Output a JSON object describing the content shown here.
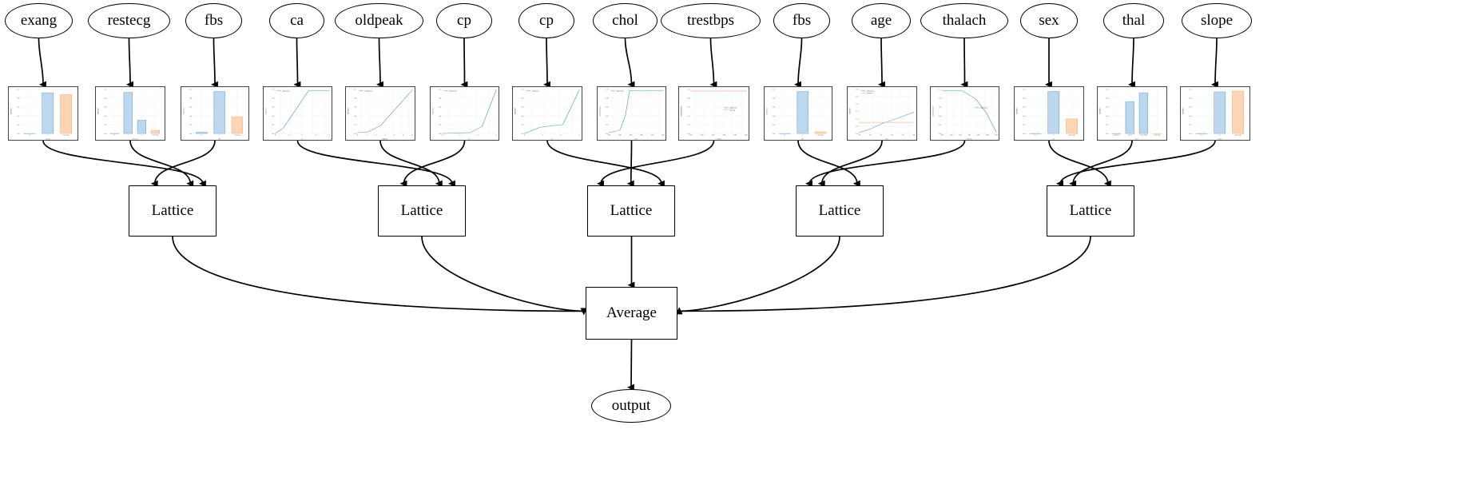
{
  "graph": {
    "type": "calibrated-lattice-ensemble-model-graph",
    "orientation": "top-to-bottom",
    "node_shapes": {
      "input": "ellipse",
      "calibrator": "plot-box",
      "lattice": "rectangle",
      "aggregate": "rectangle",
      "output": "ellipse"
    },
    "colors": {
      "edge": "#000000",
      "node_border": "#000000",
      "node_fill": "#ffffff",
      "plot_border": "#444444",
      "series_calibrated": "#6FA8D0",
      "series_missing": "#F5B183",
      "bar_calibrated_fill": "#BDD7EE",
      "bar_calibrated_edge": "#6FA8D0",
      "bar_missing_fill": "#FBD5B5",
      "bar_missing_edge": "#F5B183",
      "grid": "#eaeaea"
    }
  },
  "inputs": [
    {
      "id": "in0",
      "label": "exang"
    },
    {
      "id": "in1",
      "label": "restecg"
    },
    {
      "id": "in2",
      "label": "fbs"
    },
    {
      "id": "in3",
      "label": "ca"
    },
    {
      "id": "in4",
      "label": "oldpeak"
    },
    {
      "id": "in5",
      "label": "cp"
    },
    {
      "id": "in6",
      "label": "cp"
    },
    {
      "id": "in7",
      "label": "chol"
    },
    {
      "id": "in8",
      "label": "trestbps"
    },
    {
      "id": "in9",
      "label": "fbs"
    },
    {
      "id": "in10",
      "label": "age"
    },
    {
      "id": "in11",
      "label": "thalach"
    },
    {
      "id": "in12",
      "label": "sex"
    },
    {
      "id": "in13",
      "label": "thal"
    },
    {
      "id": "in14",
      "label": "slope"
    }
  ],
  "lattices": [
    {
      "id": "lat0",
      "label": "Lattice"
    },
    {
      "id": "lat1",
      "label": "Lattice"
    },
    {
      "id": "lat2",
      "label": "Lattice"
    },
    {
      "id": "lat3",
      "label": "Lattice"
    },
    {
      "id": "lat4",
      "label": "Lattice"
    }
  ],
  "aggregate": {
    "id": "avg",
    "label": "Average"
  },
  "output": {
    "id": "out",
    "label": "output"
  },
  "legend_labels": {
    "calibrated": "calibrated",
    "missing": "missing"
  },
  "axis_labels": {
    "y": "calibrated",
    "y_alt": "calibrated output"
  },
  "chart_data": [
    {
      "id": "cal0",
      "feature": "exang",
      "type": "bar",
      "title": "",
      "xlabel": "exang",
      "ylabel": "calibrated",
      "categories": [
        "0",
        "1",
        "missing"
      ],
      "values": [
        0.0,
        0.92,
        0.88
      ],
      "series_colors": [
        "calibrated",
        "calibrated",
        "missing"
      ],
      "ylim": [
        0.0,
        1.0
      ],
      "yticks": [
        "0.0",
        "0.2",
        "0.4",
        "0.6",
        "0.8",
        "1.0"
      ],
      "grid": true,
      "legend": "none"
    },
    {
      "id": "cal1",
      "feature": "restecg",
      "type": "bar",
      "title": "",
      "xlabel": "restecg",
      "ylabel": "calibrated",
      "categories": [
        "0",
        "1",
        "2",
        "missing"
      ],
      "values": [
        0.0,
        0.93,
        0.3,
        0.07
      ],
      "series_colors": [
        "calibrated",
        "calibrated",
        "calibrated",
        "missing"
      ],
      "ylim": [
        0.0,
        1.0
      ],
      "yticks": [
        "0.0",
        "0.2",
        "0.4",
        "0.6",
        "0.8",
        "1.0"
      ],
      "grid": true,
      "legend": "none"
    },
    {
      "id": "cal2",
      "feature": "fbs",
      "type": "bar",
      "title": "",
      "xlabel": "fbs",
      "ylabel": "calibrated",
      "categories": [
        "0",
        "1",
        "missing"
      ],
      "values": [
        0.03,
        0.95,
        0.38
      ],
      "series_colors": [
        "calibrated",
        "calibrated",
        "missing"
      ],
      "ylim": [
        0.0,
        1.0
      ],
      "yticks": [
        "0.0",
        "0.2",
        "0.4",
        "0.6",
        "0.8",
        "1.0"
      ],
      "grid": true,
      "legend": "none"
    },
    {
      "id": "cal3",
      "feature": "ca",
      "type": "line",
      "title": "",
      "xlabel": "ca",
      "ylabel": "calibrated",
      "x": [
        0.0,
        0.15,
        0.62,
        1.0
      ],
      "values": [
        0.0,
        0.12,
        0.97,
        0.97
      ],
      "ylim": [
        0.0,
        1.0
      ],
      "yticks": [
        "0.0",
        "0.2",
        "0.4",
        "0.6",
        "0.8",
        "1.0"
      ],
      "xticks": [
        "0",
        "1",
        "2",
        "3",
        "4"
      ],
      "grid": true,
      "legend": "calibrated",
      "legend_position": "upper-left"
    },
    {
      "id": "cal4",
      "feature": "oldpeak",
      "type": "line",
      "title": "",
      "xlabel": "oldpeak",
      "ylabel": "calibrated",
      "x": [
        0.0,
        0.18,
        0.42,
        1.0
      ],
      "values": [
        0.02,
        0.03,
        0.18,
        0.98
      ],
      "ylim": [
        0.0,
        1.0
      ],
      "yticks": [
        "0.0",
        "0.2",
        "0.4",
        "0.6",
        "0.8",
        "1.0"
      ],
      "xticks": [
        "0",
        "1",
        "2",
        "3",
        "4",
        "5",
        "6"
      ],
      "grid": true,
      "legend": "calibrated",
      "legend_position": "upper-left"
    },
    {
      "id": "cal5",
      "feature": "cp",
      "type": "line",
      "title": "",
      "xlabel": "cp",
      "ylabel": "calibrated",
      "x": [
        0.0,
        0.52,
        0.74,
        1.0
      ],
      "values": [
        0.0,
        0.02,
        0.16,
        0.98
      ],
      "ylim": [
        0.0,
        1.0
      ],
      "yticks": [
        "0.0",
        "0.2",
        "0.4",
        "0.6",
        "0.8",
        "1.0"
      ],
      "xticks": [
        "0",
        "1",
        "2",
        "3"
      ],
      "grid": true,
      "legend": "calibrated",
      "legend_position": "upper-left"
    },
    {
      "id": "cal6",
      "feature": "cp",
      "type": "line",
      "title": "",
      "xlabel": "cp",
      "ylabel": "calibrated",
      "x": [
        0.0,
        0.28,
        0.46,
        0.7,
        1.0
      ],
      "values": [
        0.0,
        0.14,
        0.17,
        0.2,
        0.98
      ],
      "ylim": [
        0.0,
        1.0
      ],
      "yticks": [
        "0.0",
        "0.2",
        "0.4",
        "0.6",
        "0.8",
        "1.0"
      ],
      "xticks": [
        "0",
        "1",
        "2",
        "3"
      ],
      "grid": true,
      "legend": "calibrated",
      "legend_position": "upper-left"
    },
    {
      "id": "cal7",
      "feature": "chol",
      "type": "line",
      "title": "",
      "xlabel": "chol",
      "ylabel": "calibrated output",
      "x": [
        0.0,
        0.14,
        0.2,
        0.3,
        0.38,
        1.0
      ],
      "values": [
        0.02,
        0.06,
        0.08,
        0.4,
        0.97,
        0.97
      ],
      "ylim": [
        0.0,
        1.0
      ],
      "yticks": [
        "0.0",
        "0.2",
        "0.4",
        "0.6",
        "0.8",
        "1.0"
      ],
      "xticks": [
        "100",
        "200",
        "300",
        "400",
        "500",
        "600"
      ],
      "grid": true,
      "legend": "calibrated",
      "legend_position": "upper-left"
    },
    {
      "id": "cal8",
      "feature": "trestbps",
      "type": "line",
      "title": "",
      "xlabel": "trestbps",
      "ylabel": "calibrated output",
      "x": [
        0.0,
        1.0
      ],
      "values": [
        0.96,
        0.96
      ],
      "series": [
        {
          "name": "calibrated",
          "x": [
            0.0,
            1.0
          ],
          "values": [
            0.96,
            0.96
          ]
        },
        {
          "name": "missing",
          "x": [
            0.0,
            1.0
          ],
          "values": [
            0.96,
            0.96
          ]
        }
      ],
      "ylim": [
        0.0,
        1.0
      ],
      "yticks": [
        "0.0",
        "0.2",
        "0.4",
        "0.6",
        "0.8",
        "1.0"
      ],
      "xticks": [
        "100",
        "120",
        "140",
        "160",
        "180",
        "200"
      ],
      "grid": true,
      "legend": "calibrated,missing",
      "legend_position": "center-right"
    },
    {
      "id": "cal9",
      "feature": "fbs",
      "type": "bar",
      "title": "",
      "xlabel": "fbs",
      "ylabel": "calibrated",
      "categories": [
        "0",
        "1",
        "missing"
      ],
      "values": [
        0.0,
        0.95,
        0.04
      ],
      "series_colors": [
        "calibrated",
        "calibrated",
        "missing"
      ],
      "ylim": [
        0.0,
        1.0
      ],
      "yticks": [
        "0.0",
        "0.2",
        "0.4",
        "0.6",
        "0.8",
        "1.0"
      ],
      "grid": true,
      "legend": "none"
    },
    {
      "id": "cal10",
      "feature": "age",
      "type": "line",
      "title": "",
      "xlabel": "age",
      "ylabel": "calibrated",
      "series": [
        {
          "name": "calibrated",
          "x": [
            0.0,
            0.18,
            0.4,
            0.62,
            1.0
          ],
          "values": [
            0.04,
            0.18,
            0.43,
            0.62,
            0.96
          ]
        },
        {
          "name": "missing",
          "x": [
            0.0,
            1.0
          ],
          "values": [
            0.5,
            0.5
          ]
        }
      ],
      "ylim": [
        0.0,
        2.0
      ],
      "yticks": [
        "0.0",
        "0.5",
        "1.0",
        "1.5",
        "2.0",
        "2.5",
        "3.0"
      ],
      "xticks": [
        "30",
        "40",
        "50",
        "60",
        "70",
        "80"
      ],
      "grid": true,
      "legend": "calibrated,missing",
      "legend_position": "upper-left"
    },
    {
      "id": "cal11",
      "feature": "thalach",
      "type": "line",
      "title": "",
      "xlabel": "thalach",
      "ylabel": "calibrated output",
      "x": [
        0.0,
        0.38,
        0.62,
        0.82,
        1.0
      ],
      "values": [
        0.97,
        0.96,
        0.78,
        0.46,
        0.03
      ],
      "ylim": [
        0.0,
        1.0
      ],
      "yticks": [
        "0.0",
        "0.2",
        "0.4",
        "0.6",
        "0.8",
        "1.0"
      ],
      "xticks": [
        "80",
        "100",
        "120",
        "140",
        "160",
        "180",
        "200"
      ],
      "grid": true,
      "legend": "calibrated",
      "legend_position": "center-right"
    },
    {
      "id": "cal12",
      "feature": "sex",
      "type": "bar",
      "title": "",
      "xlabel": "sex",
      "ylabel": "calibrated",
      "categories": [
        "0",
        "1",
        "missing"
      ],
      "values": [
        0.0,
        0.95,
        0.33
      ],
      "series_colors": [
        "calibrated",
        "calibrated",
        "missing"
      ],
      "ylim": [
        0.0,
        1.0
      ],
      "yticks": [
        "0.0",
        "0.2",
        "0.4",
        "0.6",
        "0.8",
        "1.0"
      ],
      "grid": true,
      "legend": "none"
    },
    {
      "id": "cal13",
      "feature": "thal",
      "type": "bar",
      "title": "",
      "xlabel": "thal",
      "ylabel": "calibrated",
      "categories": [
        "normal",
        "fixed",
        "reversible",
        "missing"
      ],
      "values": [
        0.0,
        0.72,
        0.92,
        0.0
      ],
      "series_colors": [
        "calibrated",
        "calibrated",
        "calibrated",
        "missing"
      ],
      "ylim": [
        0.0,
        1.0
      ],
      "yticks": [
        "0.0",
        "0.2",
        "0.4",
        "0.6",
        "0.8",
        "1.0"
      ],
      "grid": true,
      "legend": "none"
    },
    {
      "id": "cal14",
      "feature": "slope",
      "type": "bar",
      "title": "",
      "xlabel": "slope",
      "ylabel": "calibrated",
      "categories": [
        "0",
        "1",
        "missing"
      ],
      "values": [
        0.0,
        0.94,
        0.96
      ],
      "series_colors": [
        "calibrated",
        "calibrated",
        "missing"
      ],
      "ylim": [
        0.0,
        1.0
      ],
      "yticks": [
        "0.0",
        "0.2",
        "0.4",
        "0.6",
        "0.8",
        "1.0"
      ],
      "grid": true,
      "legend": "none"
    }
  ],
  "edges": [
    {
      "from": "in0",
      "to": "cal0"
    },
    {
      "from": "in1",
      "to": "cal1"
    },
    {
      "from": "in2",
      "to": "cal2"
    },
    {
      "from": "in3",
      "to": "cal3"
    },
    {
      "from": "in4",
      "to": "cal4"
    },
    {
      "from": "in5",
      "to": "cal5"
    },
    {
      "from": "in6",
      "to": "cal6"
    },
    {
      "from": "in7",
      "to": "cal7"
    },
    {
      "from": "in8",
      "to": "cal8"
    },
    {
      "from": "in9",
      "to": "cal9"
    },
    {
      "from": "in10",
      "to": "cal10"
    },
    {
      "from": "in11",
      "to": "cal11"
    },
    {
      "from": "in12",
      "to": "cal12"
    },
    {
      "from": "in13",
      "to": "cal13"
    },
    {
      "from": "in14",
      "to": "cal14"
    },
    {
      "from": "cal0",
      "to": "lat0"
    },
    {
      "from": "cal1",
      "to": "lat0"
    },
    {
      "from": "cal2",
      "to": "lat0"
    },
    {
      "from": "cal3",
      "to": "lat1"
    },
    {
      "from": "cal4",
      "to": "lat1"
    },
    {
      "from": "cal5",
      "to": "lat1"
    },
    {
      "from": "cal6",
      "to": "lat2"
    },
    {
      "from": "cal7",
      "to": "lat2"
    },
    {
      "from": "cal8",
      "to": "lat2"
    },
    {
      "from": "cal9",
      "to": "lat3"
    },
    {
      "from": "cal10",
      "to": "lat3"
    },
    {
      "from": "cal11",
      "to": "lat3"
    },
    {
      "from": "cal12",
      "to": "lat4"
    },
    {
      "from": "cal13",
      "to": "lat4"
    },
    {
      "from": "cal14",
      "to": "lat4"
    },
    {
      "from": "lat0",
      "to": "avg"
    },
    {
      "from": "lat1",
      "to": "avg"
    },
    {
      "from": "lat2",
      "to": "avg"
    },
    {
      "from": "lat3",
      "to": "avg"
    },
    {
      "from": "lat4",
      "to": "avg"
    },
    {
      "from": "avg",
      "to": "out"
    }
  ]
}
